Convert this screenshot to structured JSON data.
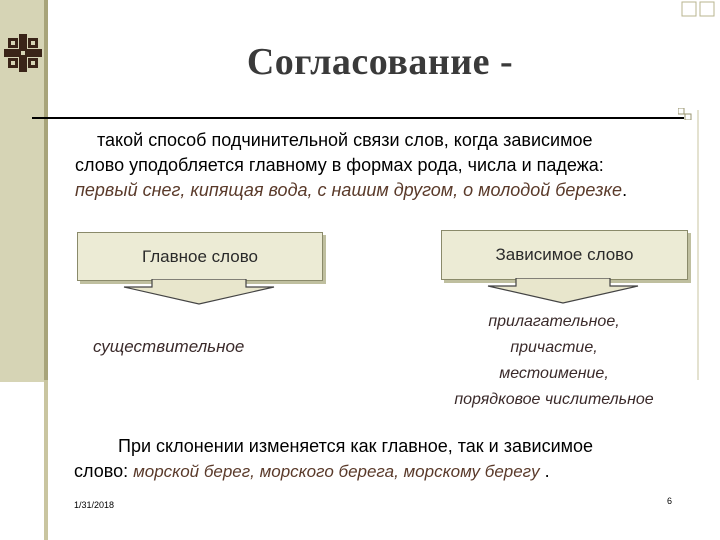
{
  "slide": {
    "title": "Согласование -",
    "definition": {
      "lead": "такой способ подчинительной связи слов, когда зависимое",
      "rest": "слово уподобляется главному в формах рода, числа и падежа:",
      "examples": "первый снег, кипящая вода, с нашим другом, о молодой березке",
      "end": "."
    },
    "boxes": {
      "main": "Главное слово",
      "dependent": "Зависимое слово"
    },
    "main_word_type": "существительное",
    "dependent_types": [
      "прилагательное,",
      "причастие,",
      "местоимение,",
      "порядковое числительное"
    ],
    "declension": {
      "lead": "При склонении изменяется как главное, так и зависимое",
      "word": "слово:",
      "examples": "морской берег, морского берега, морскому берегу",
      "end": "."
    },
    "date": "1/31/2018",
    "page": "6"
  },
  "colors": {
    "strip": "#d6d4b5",
    "box_fill": "#ecebd5",
    "arrow_fill": "#e8e6cc",
    "example_text": "#5a3a2a"
  }
}
